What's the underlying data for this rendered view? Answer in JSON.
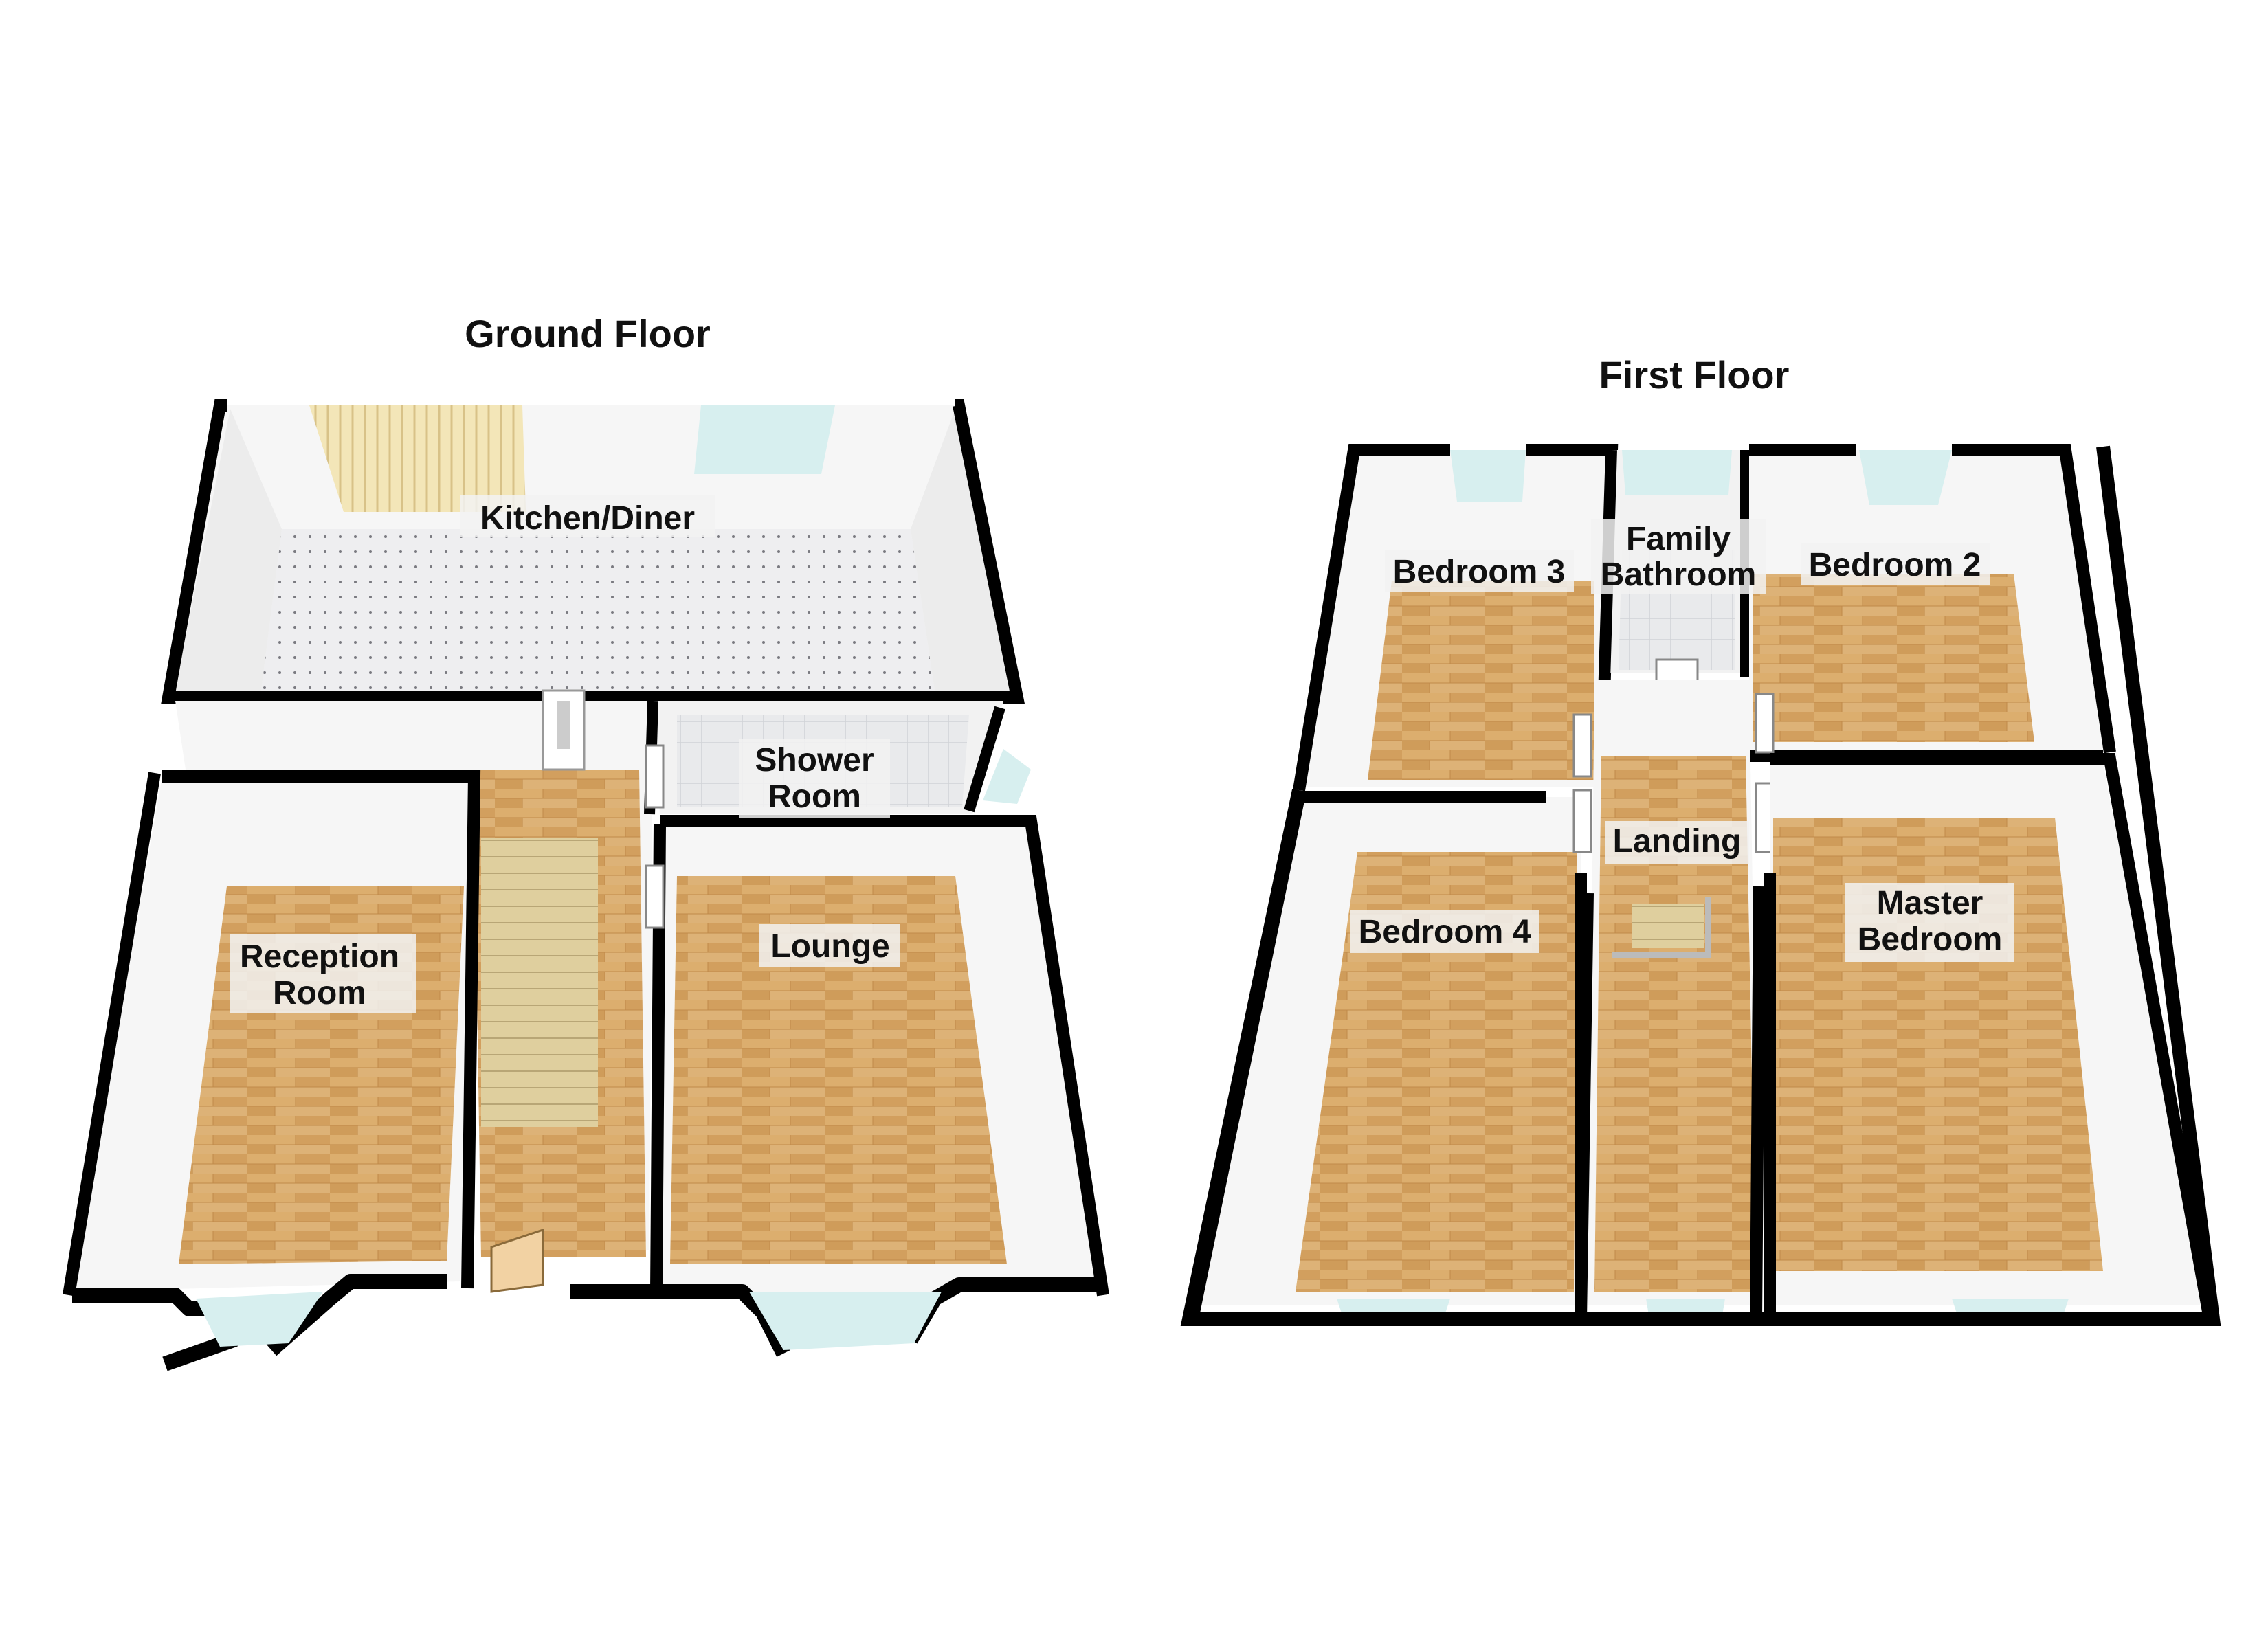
{
  "floors": {
    "ground": {
      "title": "Ground Floor",
      "rooms": {
        "kitchen": "Kitchen/Diner",
        "shower": [
          "Shower",
          "Room"
        ],
        "reception": [
          "Reception",
          "Room"
        ],
        "lounge": "Lounge"
      }
    },
    "first": {
      "title": "First Floor",
      "rooms": {
        "bedroom3": "Bedroom 3",
        "bathroom": [
          "Family",
          "Bathroom"
        ],
        "bedroom2": "Bedroom 2",
        "landing": "Landing",
        "bedroom4": "Bedroom 4",
        "master": [
          "Master",
          "Bedroom"
        ]
      }
    }
  },
  "colors": {
    "wall": "#000000",
    "wood_floor": "#d9a866",
    "tile_floor": "#e9eaec",
    "inner_wall": "#f6f6f6",
    "window": "#d7efef"
  }
}
